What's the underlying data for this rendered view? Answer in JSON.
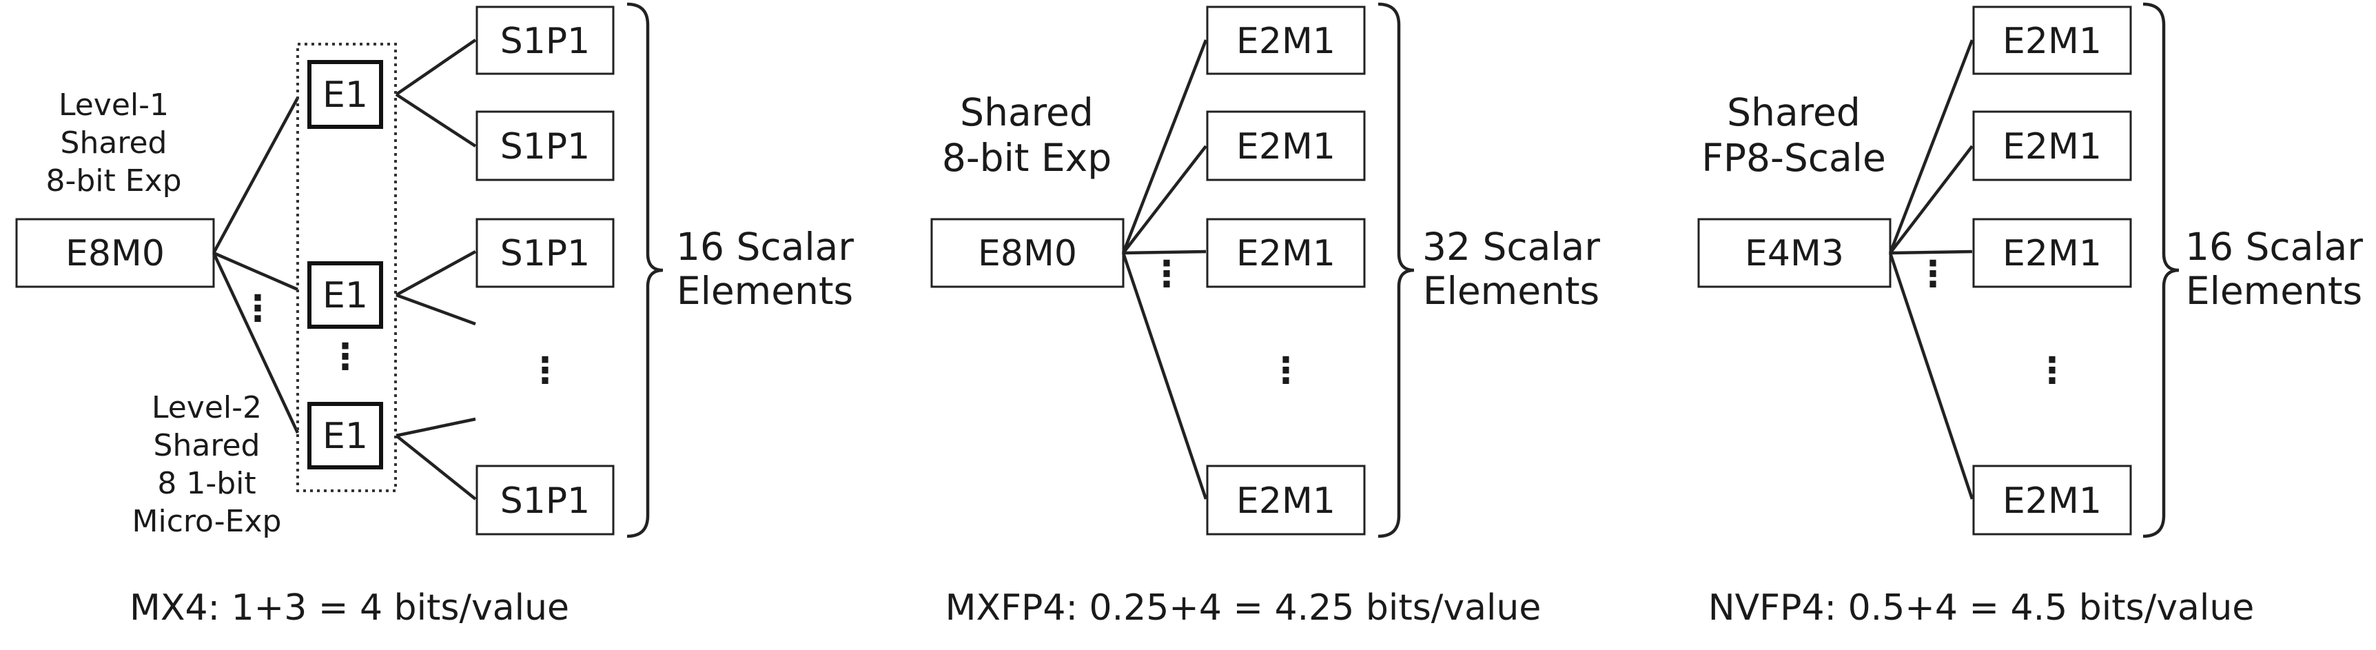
{
  "panels": [
    {
      "name": "MX4",
      "root": "E8M0",
      "level1_label": [
        "Level-1",
        "Shared",
        "8-bit Exp"
      ],
      "level2_label": [
        "Level-2",
        "Shared",
        "8 1-bit",
        "Micro-Exp"
      ],
      "micro_exp": "E1",
      "element": "S1P1",
      "group_label": [
        "16 Scalar",
        "Elements"
      ],
      "caption": "MX4:  1+3 = 4 bits/value"
    },
    {
      "name": "MXFP4",
      "root": "E8M0",
      "shared_label": [
        "Shared",
        "8-bit Exp"
      ],
      "element": "E2M1",
      "group_label": [
        "32 Scalar",
        "Elements"
      ],
      "caption": "MXFP4:  0.25+4 = 4.25 bits/value"
    },
    {
      "name": "NVFP4",
      "root": "E4M3",
      "shared_label": [
        "Shared",
        "FP8-Scale"
      ],
      "element": "E2M1",
      "group_label": [
        "16 Scalar",
        "Elements"
      ],
      "caption": "NVFP4:  0.5+4 = 4.5 bits/value"
    }
  ],
  "ellipsis": "⋮"
}
